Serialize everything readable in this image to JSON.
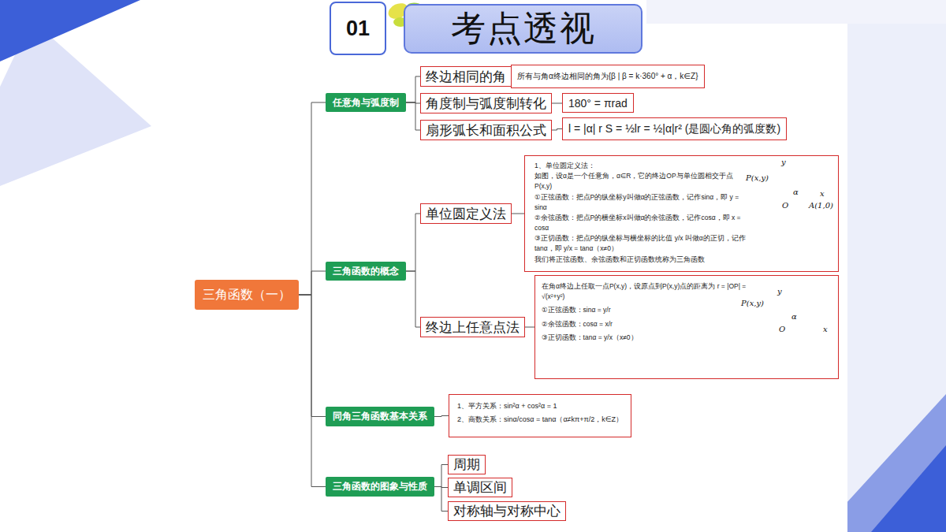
{
  "diagram": {
    "nodes": [
      {
        "text": [
          "01"
        ]
      },
      {
        "text": [
          "考点透视"
        ]
      },
      {
        "text": [
          "三角函数（一）"
        ]
      },
      {
        "text": [
          "任意角与弧度制"
        ]
      },
      {
        "text": [
          "终边相同的角"
        ]
      },
      {
        "text": [
          "所有与角α终边相同的角为{β | β = k·360° + α，k∈Z}"
        ]
      },
      {
        "text": [
          "角度制与弧度制转化"
        ]
      },
      {
        "text": [
          "180° = πrad"
        ]
      },
      {
        "text": [
          "扇形弧长和面积公式"
        ]
      },
      {
        "text": [
          "l = |α| r S = ½lr = ½|α|r² (是圆心角的弧度数)"
        ]
      },
      {
        "text": [
          "三角函数的概念"
        ]
      },
      {
        "text": [
          "单位圆定义法"
        ]
      },
      {
        "text": [
          "1、单位圆定义法：",
          "如图，设α是一个任意角，α∈R，它的终边OP与单位圆相交于点P(x,y)",
          "①正弦函数：把点P的纵坐标y叫做α的正弦函数，记作sinα，即 y = sinα",
          "②余弦函数：把点P的横坐标x叫做α的余弦函数，记作cosα，即 x = cosα",
          "③正切函数：把点P的纵坐标与横坐标的比值 y/x 叫做α的正切，记作tanα，即 y/x = tanα（x≠0）",
          "我们将正弦函数、余弦函数和正切函数统称为三角函数"
        ]
      },
      {
        "text": [
          "终边上任意点法"
        ]
      },
      {
        "text": [
          "在角α终边上任取一点P(x,y)，设原点到P(x,y)点的距离为 r = |OP| = √(x²+y²)",
          "①正弦函数：sinα = y/r",
          "②余弦函数：cosα = x/r",
          "③正切函数：tanα = y/x（x≠0）"
        ]
      },
      {
        "text": [
          "同角三角函数基本关系"
        ]
      },
      {
        "text": [
          "1、平方关系：sin²α + cos²α = 1",
          "2、商数关系：sinα/cosα = tanα（α≠kπ+π/2，k∈Z）"
        ]
      },
      {
        "text": [
          "三角函数的图象与性质"
        ]
      },
      {
        "text": [
          "周期"
        ]
      },
      {
        "text": [
          "单调区间"
        ]
      },
      {
        "text": [
          "对称轴与对称中心"
        ]
      }
    ],
    "edges": [
      {
        "from": 2,
        "to": 3,
        "arrow": "none"
      },
      {
        "from": 2,
        "to": 10,
        "arrow": "none"
      },
      {
        "from": 2,
        "to": 15,
        "arrow": "none"
      },
      {
        "from": 2,
        "to": 17,
        "arrow": "none"
      },
      {
        "from": 3,
        "to": 4,
        "arrow": "none"
      },
      {
        "from": 3,
        "to": 6,
        "arrow": "none"
      },
      {
        "from": 3,
        "to": 8,
        "arrow": "none"
      },
      {
        "from": 4,
        "to": 5,
        "arrow": "none"
      },
      {
        "from": 6,
        "to": 7,
        "arrow": "none"
      },
      {
        "from": 8,
        "to": 9,
        "arrow": "none"
      },
      {
        "from": 10,
        "to": 11,
        "arrow": "none"
      },
      {
        "from": 10,
        "to": 13,
        "arrow": "none"
      },
      {
        "from": 11,
        "to": 12,
        "arrow": "none"
      },
      {
        "from": 13,
        "to": 14,
        "arrow": "none"
      },
      {
        "from": 15,
        "to": 16,
        "arrow": "none"
      },
      {
        "from": 17,
        "to": 18,
        "arrow": "none"
      },
      {
        "from": 17,
        "to": 19,
        "arrow": "none"
      },
      {
        "from": 17,
        "to": 20,
        "arrow": "none"
      }
    ],
    "labels": [
      "y",
      "P(x,y)",
      "α",
      "O",
      "A(1,0)",
      "x",
      "y",
      "P(x,y)",
      "α",
      "O",
      "x"
    ]
  }
}
